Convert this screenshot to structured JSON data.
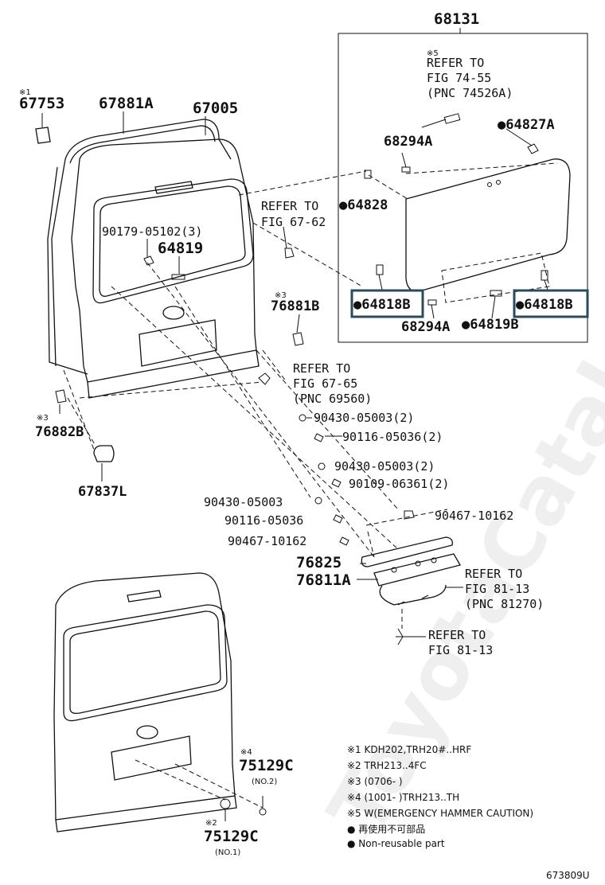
{
  "labels": {
    "p68131": "68131",
    "m5": "※5",
    "refer_to": "REFER TO",
    "fig_74_55": "FIG 74-55",
    "pnc_74526a": "(PNC 74526A)",
    "p64827a": "●64827A",
    "p68294a_top": "68294A",
    "p64828": "●64828",
    "p64818b_left": "●64818B",
    "p64818b_right": "●64818B",
    "p68294a_bot": "68294A",
    "p64819b": "●64819B",
    "m1": "※1",
    "p67753": "67753",
    "p67881a": "67881A",
    "p67005": "67005",
    "p90179": "90179-05102(3)",
    "p64819": "64819",
    "refer_to_2": "REFER TO",
    "fig_67_62": "FIG 67-62",
    "m3a": "※3",
    "p76881b": "76881B",
    "refer_to_3": "REFER TO",
    "fig_67_65": "FIG 67-65",
    "pnc_69560": "(PNC 69560)",
    "m3b": "※3",
    "p76882b": "76882B",
    "p67837l": "67837L",
    "p90430_a": "90430-05003(2)",
    "p90116_a": "90116-05036(2)",
    "p90430_b": "90430-05003(2)",
    "p90109": "90109-06361(2)",
    "p90430_c": "90430-05003",
    "p90116_c": "90116-05036",
    "p90467_r": "90467-10162",
    "p90467_l": "90467-10162",
    "p76825": "76825",
    "p76811a": "76811A",
    "refer_to_4": "REFER TO",
    "fig_81_13a": "FIG 81-13",
    "pnc_81270": "(PNC 81270)",
    "refer_to_5": "REFER TO",
    "fig_81_13b": "FIG 81-13",
    "m4": "※4",
    "p75129c_a": "75129C",
    "no2": "(NO.2)",
    "m2": "※2",
    "p75129c_b": "75129C",
    "no1": "(NO.1)",
    "diagram_id": "673809U"
  },
  "notes": [
    "※1 KDH202,TRH20#..HRF",
    "※2 TRH213..4FC",
    "※3 (0706-        )",
    "※4 (1001-        )TRH213..TH",
    "※5 W(EMERGENCY HAMMER CAUTION)",
    "● 再使用不可部品",
    "● Non-reusable part"
  ],
  "watermark": "ToyotaCatalog.ru"
}
